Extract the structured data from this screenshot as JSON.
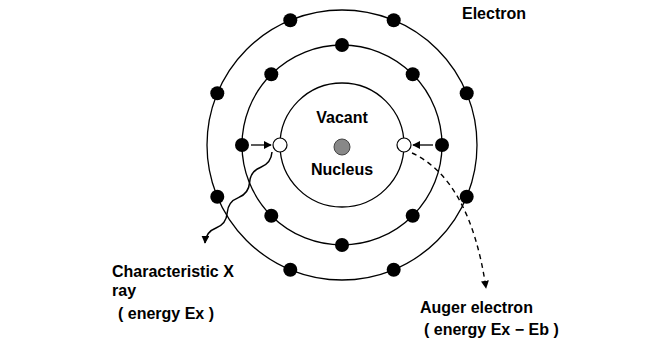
{
  "diagram": {
    "labels": [
      "Electron",
      "Vacant",
      "Nucleus",
      "Characteristic X ray",
      "( energy Ex )",
      "Auger electron",
      "( energy Ex − Eb )"
    ]
  }
}
